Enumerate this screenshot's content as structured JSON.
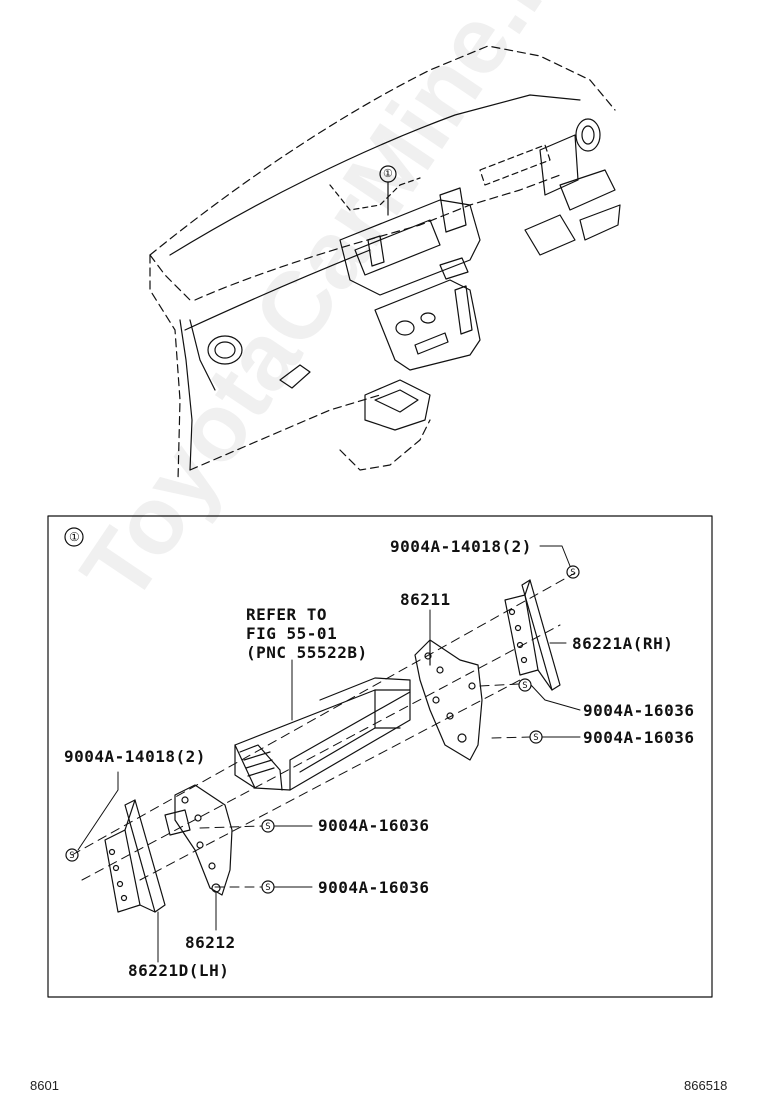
{
  "watermark": "ToyotaCarMine.ru",
  "callout": "①",
  "labels": {
    "bolt_top_right": "9004A-14018(2)",
    "refer_line1": "REFER TO",
    "refer_line2": "FIG 55-01",
    "refer_line3": "(PNC 55522B)",
    "bracket_rh_part": "86211",
    "mount_rh": "86221A(RH)",
    "screw_rh_upper": "9004A-16036",
    "screw_rh_lower": "9004A-16036",
    "bolt_left": "9004A-14018(2)",
    "screw_lh_upper": "9004A-16036",
    "screw_lh_lower": "9004A-16036",
    "bracket_lh_part": "86212",
    "mount_lh": "86221D(LH)"
  },
  "footer": {
    "left": "8601",
    "right": "866518"
  }
}
